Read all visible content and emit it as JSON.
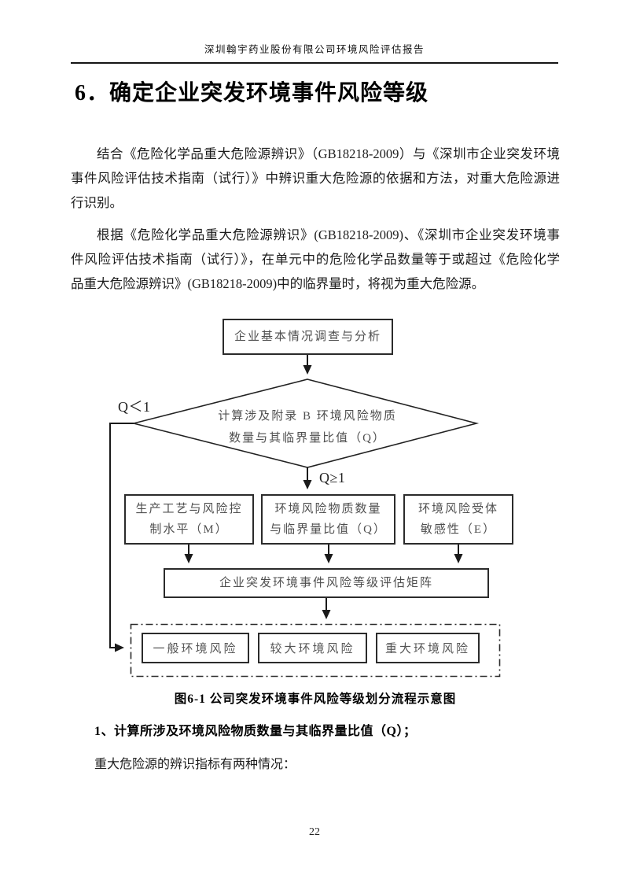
{
  "header": {
    "title": "深圳翰宇药业股份有限公司环境风险评估报告"
  },
  "title": "6．确定企业突发环境事件风险等级",
  "paragraphs": {
    "p1": {
      "lines": [
        "结合《危险化学品重大危险源辨识》（GB18218-2009）与《深圳市企业突发环境",
        "事件风险评估技术指南（试行）》中辨识重大危险源的依据和方法，对重大危险源进",
        "行识别。"
      ]
    },
    "p2": {
      "lines": [
        "根据《危险化学品重大危险源辨识》(GB18218-2009)、《深圳市企业突发环境事",
        "件风险评估技术指南（试行）》，在单元中的危险化学品数量等于或超过《危险化学",
        "品重大危险源辨识》(GB18218-2009)中的临界量时，将视为重大危险源。"
      ]
    }
  },
  "flowchart": {
    "top_box": "企业基本情况调查与分析",
    "diamond": {
      "line1": "计算涉及附录 B 环境风险物质",
      "line2": "数量与其临界量比值（Q）"
    },
    "labels": {
      "q_lt": "Q＜1",
      "q_ge": "Q≥1"
    },
    "box_m": {
      "line1": "生产工艺与风险控",
      "line2": "制水平（M）"
    },
    "box_q": {
      "line1": "环境风险物质数量",
      "line2": "与临界量比值（Q）"
    },
    "box_e": {
      "line1": "环境风险受体",
      "line2": "敏感性（E）"
    },
    "matrix_box": "企业突发环境事件风险等级评估矩阵",
    "results": {
      "general": "一般环境风险",
      "larger": "较大环境风险",
      "major": "重大环境风险"
    }
  },
  "caption": "图6-1 公司突发环境事件风险等级划分流程示意图",
  "section_item": "1、计算所涉及环境风险物质数量与其临界量比值（Q）；",
  "body_text": "重大危险源的辨识指标有两种情况：",
  "page_number": "22",
  "colors": {
    "line": "#1a1a1a",
    "box_border": "#2b2b2b",
    "box_text": "#4f4f4f"
  }
}
